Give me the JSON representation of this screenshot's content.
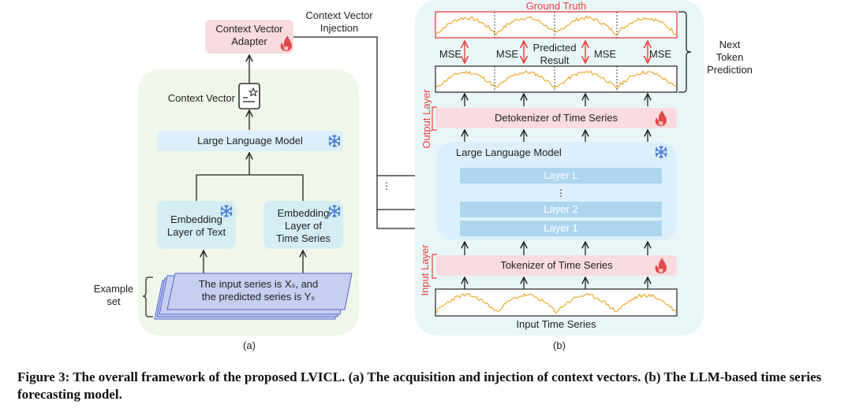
{
  "panel_a": {
    "label": "(a)",
    "adapter": {
      "line1": "Context Vector",
      "line2": "Adapter"
    },
    "injection_label": {
      "line1": "Context Vector",
      "line2": "Injection"
    },
    "context_vector_label": "Context Vector",
    "llm_label": "Large Language Model",
    "embed_text": {
      "line1": "Embedding",
      "line2": "Layer of Text"
    },
    "embed_ts": {
      "line1": "Embedding",
      "line2": "Layer of",
      "line3": "Time Series"
    },
    "example_set": {
      "line1": "Example",
      "line2": "set"
    },
    "example_card": {
      "line1": "The input series is Xₛ, and",
      "line2": "the predicted series is Yₛ"
    },
    "ellipsis": "⋮"
  },
  "panel_b": {
    "label": "(b)",
    "ground_truth": "Ground Truth",
    "predicted": {
      "line1": "Predicted",
      "line2": "Result"
    },
    "mse_labels": [
      "MSE",
      "MSE",
      "MSE",
      "MSE"
    ],
    "next_token": {
      "line1": "Next",
      "line2": "Token",
      "line3": "Prediction"
    },
    "output_layer": "Output Layer",
    "input_layer": "Input Layer",
    "detokenizer": "Detokenizer of Time Series",
    "tokenizer": "Tokenizer of Time Series",
    "llm_label": "Large Language Model",
    "layers": [
      "Layer L",
      "Layer 2",
      "Layer 1"
    ],
    "layer_ellipsis": "⋮",
    "input_ts": "Input Time Series"
  },
  "caption": "Figure 3: The overall framework of the proposed LVICL. (a) The acquisition and injection of context vectors. (b) The LLM-based time series forecasting model.",
  "colors": {
    "panel_a_bg": "#f1f6ea",
    "panel_b_bg": "#e9f6f7",
    "pink": "#f9dbe0",
    "light_blue": "#dcf0fb",
    "embed_blue": "#d4eef4",
    "layer_blue": "#aed6ee",
    "series": "#f0a830",
    "red": "#e8403c",
    "card": "#c7cff0",
    "card_border": "#5566cc",
    "snow": "#4a7fd4",
    "fire": "#e34a4a"
  }
}
